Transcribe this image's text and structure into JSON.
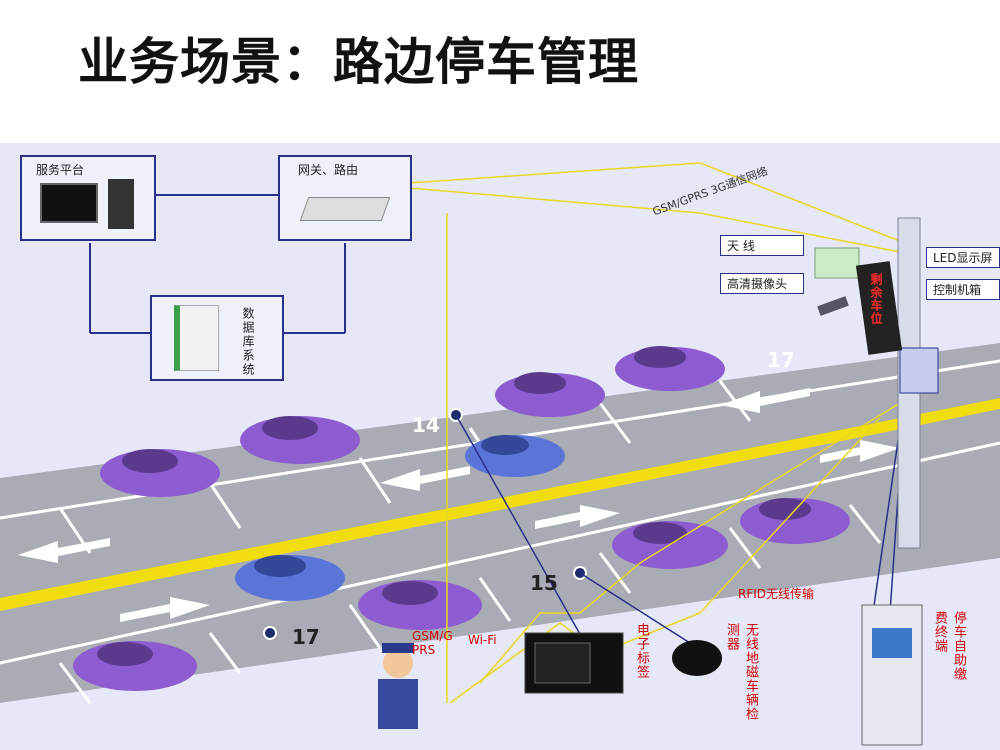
{
  "title": "业务场景：路边停车管理",
  "boxes": {
    "service": "服务平台",
    "gateway": "网关、路由",
    "database": "数据库系统"
  },
  "network": "GSM/GPRS 3G通信网络",
  "pole_tags": {
    "antenna": "天 线",
    "camera": "高清摄像头",
    "led": "LED显示屏",
    "control": "控制机箱"
  },
  "led_sign_text": "剩余车位",
  "space_numbers": [
    "17",
    "14",
    "15",
    "17"
  ],
  "labels": {
    "gsm": "GSM/G PRS",
    "wifi": "Wi-Fi",
    "tag": "电子标签",
    "detector": "无线地磁车辆检测器",
    "rfid": "RFID无线传输",
    "kiosk": "停车自助缴费终端"
  },
  "colors": {
    "frame": "#2a2f8a",
    "car": "#8d5cd0",
    "car_blue": "#5a74d8",
    "road": "#a9acb4",
    "center_line": "#f2dd10",
    "red_text": "#d10000"
  }
}
